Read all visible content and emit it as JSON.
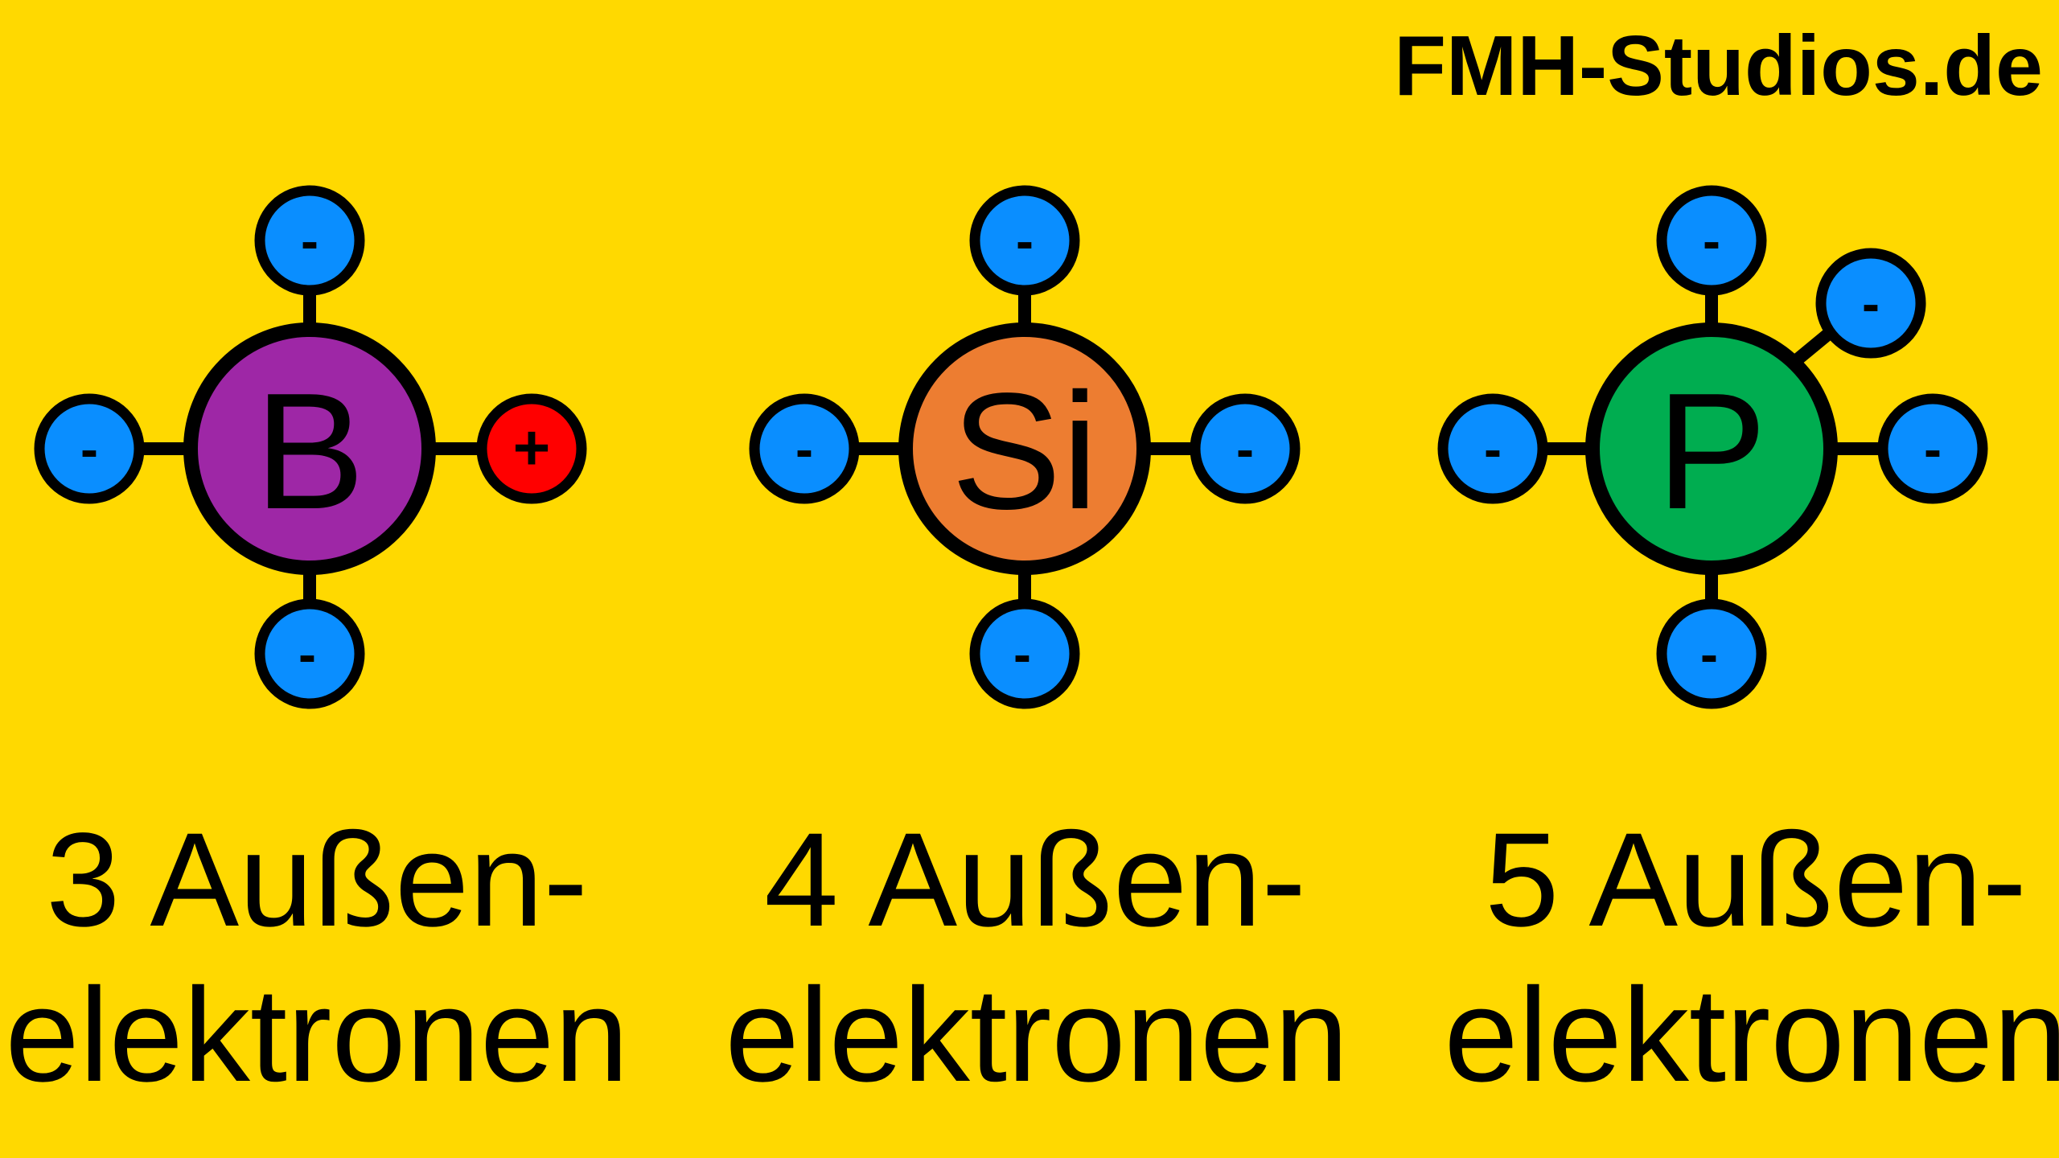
{
  "brand": {
    "text": "FMH-Studios.de",
    "color": "#000000"
  },
  "colors": {
    "background": "#FFD900",
    "outline": "#000000",
    "electron": "#0A8EFF",
    "hole": "#FF0000"
  },
  "atoms": [
    {
      "symbol": "B",
      "nucleus_color": "#9E27A6",
      "electron_signs": {
        "top": "-",
        "left": "-",
        "bottom": "-",
        "right": "+"
      },
      "right_particle": "hole",
      "caption": {
        "line1": "3 Außen-",
        "line2": "elektronen"
      }
    },
    {
      "symbol": "Si",
      "nucleus_color": "#ED7D31",
      "electron_signs": {
        "top": "-",
        "left": "-",
        "bottom": "-",
        "right": "-"
      },
      "right_particle": "electron",
      "caption": {
        "line1": "4 Außen-",
        "line2": "elektronen"
      }
    },
    {
      "symbol": "P",
      "nucleus_color": "#00AD50",
      "electron_signs": {
        "top": "-",
        "left": "-",
        "bottom": "-",
        "right": "-",
        "extra": "-"
      },
      "right_particle": "electron",
      "caption": {
        "line1": "5 Außen-",
        "line2": "elektronen"
      }
    }
  ]
}
